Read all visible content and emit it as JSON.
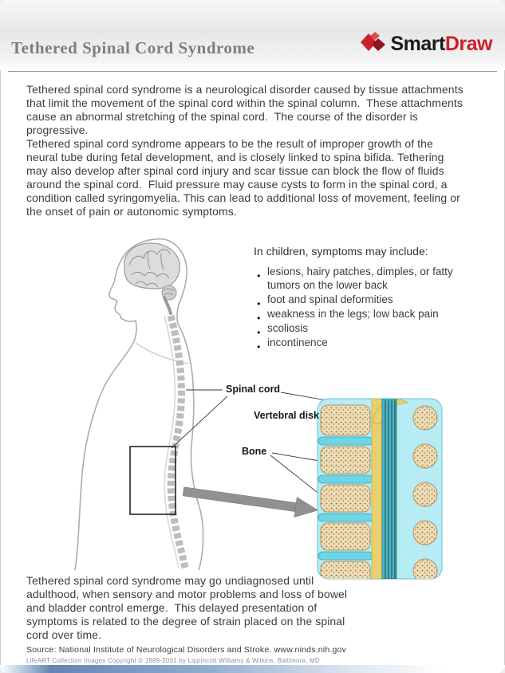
{
  "header": {
    "title": "Tethered Spinal Cord Syndrome",
    "logo": {
      "smart": "Smart",
      "draw": "Draw"
    }
  },
  "intro": {
    "p1": "Tethered spinal cord syndrome is a neurological disorder caused by tissue attachments that limit the movement of the spinal cord within the spinal column.  These attachments cause an abnormal stretching of the spinal cord.  The course of the disorder is progressive.",
    "p2": "Tethered spinal cord syndrome appears to be the result of improper growth of the neural tube during fetal development, and is closely linked to spina bifida. Tethering may also develop after spinal cord injury and scar tissue can block the flow of fluids around the spinal cord.  Fluid pressure may cause cysts to form in the spinal cord, a condition called syringomyelia. This can lead to additional loss of movement, feeling or the onset of pain or autonomic symptoms."
  },
  "symptoms": {
    "heading": "In children, symptoms may include:",
    "items": [
      "lesions, hairy patches, dimples, or fatty tumors on the lower back",
      "foot and spinal deformities",
      "weakness in the legs; low back pain",
      "scoliosis",
      "incontinence"
    ]
  },
  "annotations": {
    "spinal_cord": "Spinal cord",
    "vertebral_disk": "Vertebral disk",
    "bone": "Bone"
  },
  "closing": {
    "p": "Tethered spinal cord syndrome may go undiagnosed until adulthood, when sensory and motor problems and loss of bowel and bladder control emerge.  This delayed presentation of symptoms is related to the degree of strain placed on the spinal cord over time."
  },
  "footer": {
    "source": "Source: National Institute of Neurological Disorders and Stroke.  www.ninds.nih.gov",
    "copyright": "LifeART Collection Images Copyright © 1989-2001 by Lippincott Williams & Wilkins, Baltimore, MD"
  },
  "colors": {
    "accent_red": "#cf1e2c",
    "title_gray": "#7f7f75",
    "detail_cyan": "#b6ecf4",
    "detail_tan": "#eedcb4",
    "detail_yellow": "#e8d06e",
    "bottom_bar_blue": "#6385b5"
  }
}
